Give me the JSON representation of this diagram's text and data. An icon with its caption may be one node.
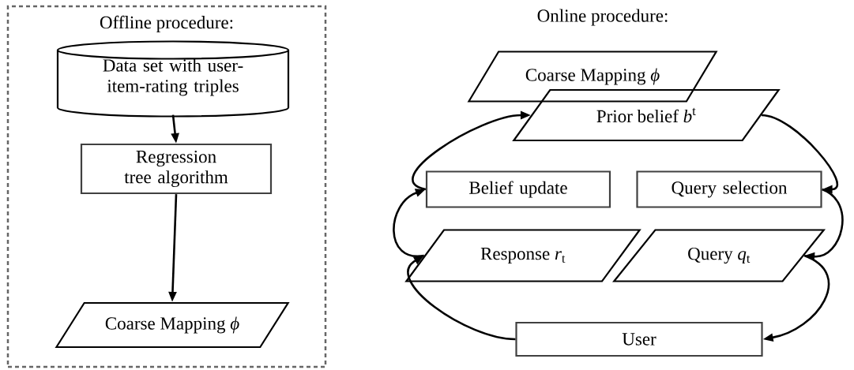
{
  "diagram": {
    "nodes": [
      {
        "text": [
          "Offline procedure:"
        ]
      },
      {
        "text": [
          "Data set with user-item-rating triples"
        ],
        "in": 0
      },
      {
        "text": [
          "Regression tree algorithm"
        ],
        "in": 0
      },
      {
        "text": [
          "Coarse Mapping *ϕ*"
        ],
        "in": 0
      },
      {
        "text": [
          "Coarse Mapping *ϕ*"
        ]
      },
      {
        "text": [
          "Prior belief *b*$^{t}$"
        ]
      },
      {
        "text": [
          "Belief update"
        ]
      },
      {
        "text": [
          "Query selection"
        ]
      },
      {
        "text": [
          "Response *r*$_{t}$"
        ]
      },
      {
        "text": [
          "Query *q*$_{t}$"
        ]
      },
      {
        "text": [
          "User"
        ]
      }
    ],
    "edges": [
      {
        "from": 1,
        "to": 2,
        "arrow": "to"
      },
      {
        "from": 2,
        "to": 3,
        "arrow": "to"
      },
      {
        "from": 5,
        "to": 7,
        "arrow": "to"
      },
      {
        "from": 7,
        "to": 9,
        "arrow": "to"
      },
      {
        "from": 9,
        "to": 10,
        "arrow": "to"
      },
      {
        "from": 10,
        "to": 8,
        "arrow": "to"
      },
      {
        "from": 8,
        "to": 6,
        "arrow": "to"
      },
      {
        "from": 6,
        "to": 5,
        "arrow": "to"
      }
    ],
    "labels": [
      "Online procedure:"
    ]
  }
}
